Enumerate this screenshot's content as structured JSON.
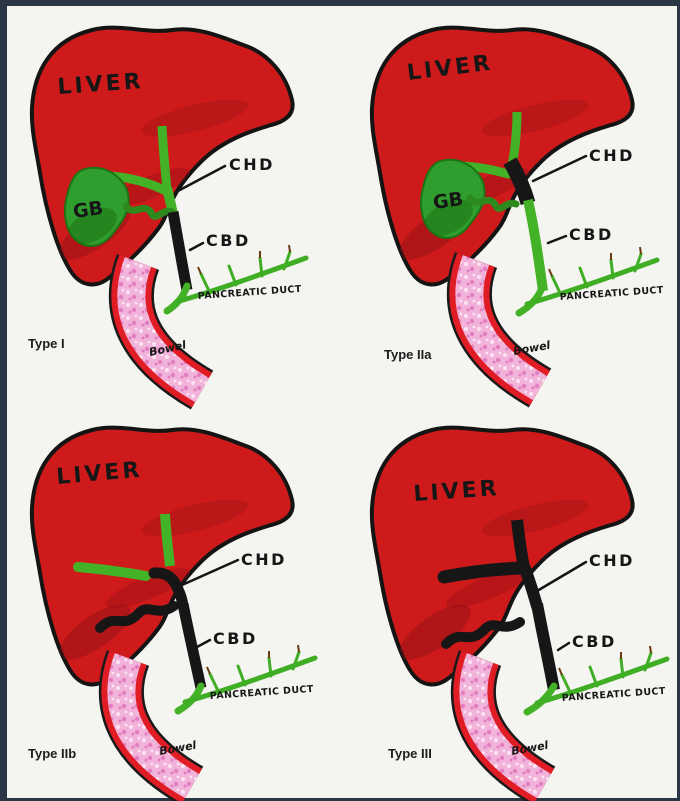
{
  "colors": {
    "frame": "#2b3644",
    "background": "#f4f4f1",
    "liver": "#ce1a1a",
    "liver_shade": "#8c0f13",
    "outline": "#1a1a1a",
    "gb_shade": "#1b6e12",
    "bowel_wall": "#e01c24",
    "bowel_inner": "#f2b3da",
    "bowel_speckle": "#e27ec0",
    "bowel_speckle_light": "#fde4f2",
    "pancreatic_green": "#3fae24",
    "branch_tip": "#6b3a12"
  },
  "panels": [
    {
      "id": "type-i",
      "type_label": "Type I",
      "liver_label": "LIVER",
      "gb_label": "GB",
      "chd_label": "CHD",
      "cbd_label": "CBD",
      "pancreatic_duct_label": "PANCREATIC DUCT",
      "bowel_label": "Bowel",
      "seg": {
        "hepatic": "#44b226",
        "chd": "#44b226",
        "cystic": "#2e8a1c",
        "gb": "#2f9e2f",
        "cbd": "#161616",
        "distal": "#44b226"
      }
    },
    {
      "id": "type-iia",
      "type_label": "Type IIa",
      "liver_label": "LIVER",
      "gb_label": "GB",
      "chd_label": "CHD",
      "cbd_label": "CBD",
      "pancreatic_duct_label": "PANCREATIC DUCT",
      "bowel_label": "Bowel",
      "seg": {
        "hepatic": "#44b226",
        "chd": "#161616",
        "cystic": "#2e8a1c",
        "gb": "#2f9e2f",
        "cbd": "#44b226",
        "distal": "#44b226"
      }
    },
    {
      "id": "type-iib",
      "type_label": "Type IIb",
      "liver_label": "LIVER",
      "chd_label": "CHD",
      "cbd_label": "CBD",
      "pancreatic_duct_label": "PANCREATIC DUCT",
      "bowel_label": "Bowel",
      "seg": {
        "hepatic": "#44b226",
        "chd": "#161616",
        "remnant": "#161616",
        "cbd": "#161616",
        "distal": "#44b226"
      }
    },
    {
      "id": "type-iii",
      "type_label": "Type III",
      "liver_label": "LIVER",
      "chd_label": "CHD",
      "cbd_label": "CBD",
      "pancreatic_duct_label": "PANCREATIC DUCT",
      "bowel_label": "Bowel",
      "seg": {
        "hepatic": "#161616",
        "chd": "#161616",
        "remnant": "#161616",
        "cbd": "#161616",
        "distal": "#44b226"
      }
    }
  ]
}
